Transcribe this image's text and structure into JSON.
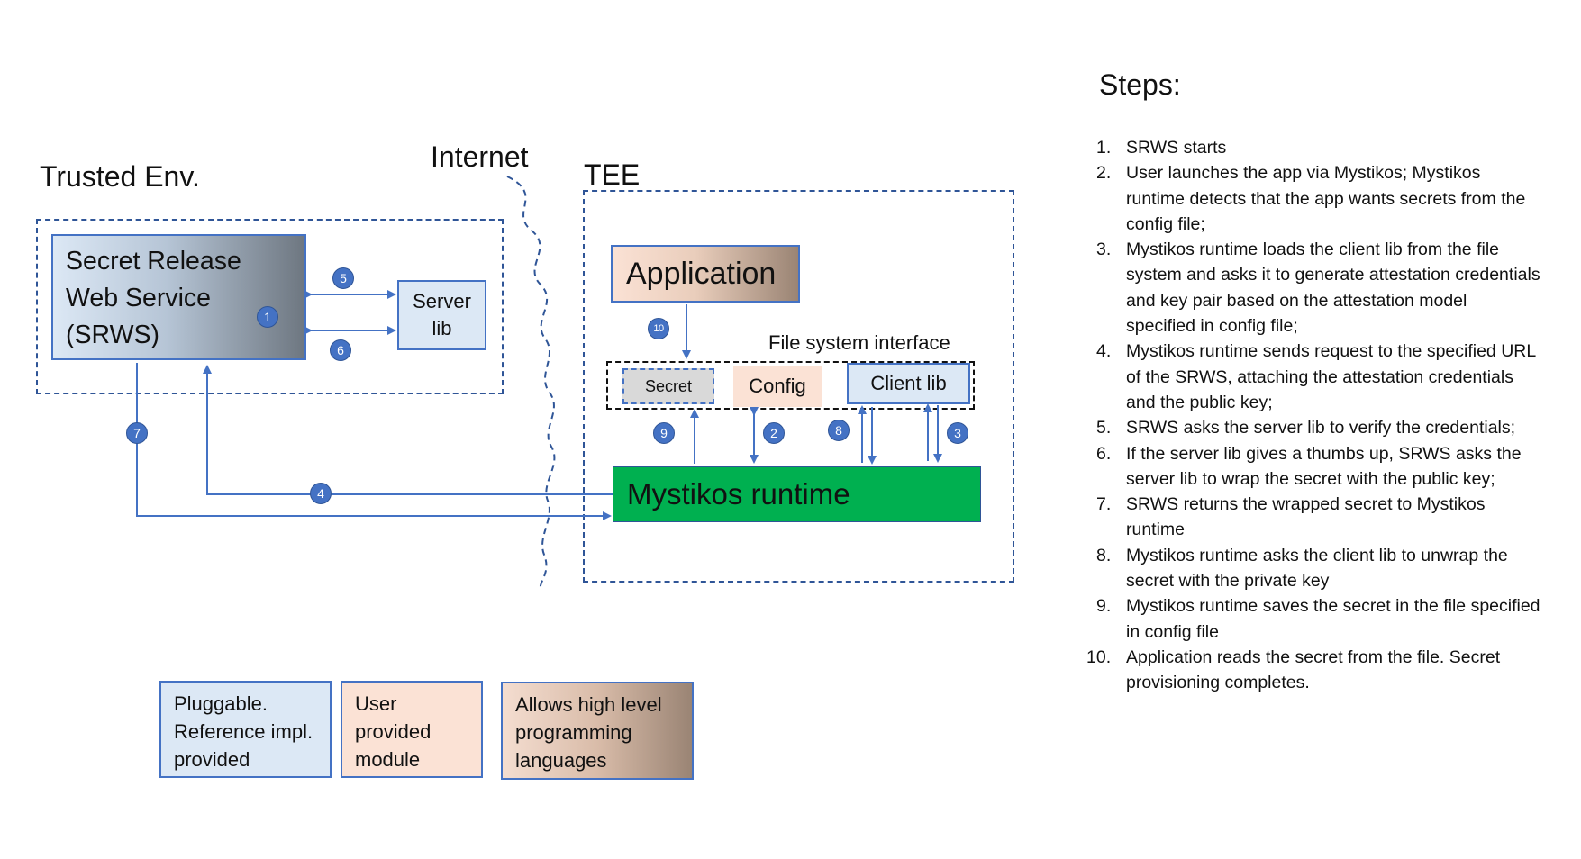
{
  "regions": {
    "trusted_env": "Trusted Env.",
    "internet": "Internet",
    "tee": "TEE"
  },
  "components": {
    "srws": "Secret Release Web Service (SRWS)",
    "server_lib": "Server lib",
    "application": "Application",
    "fs_interface": "File system interface",
    "secret": "Secret",
    "config": "Config",
    "client_lib": "Client lib",
    "runtime": "Mystikos runtime"
  },
  "badges": [
    "1",
    "2",
    "3",
    "4",
    "5",
    "6",
    "7",
    "8",
    "9",
    "10"
  ],
  "legend": {
    "pluggable": "Pluggable. Reference impl. provided",
    "user_provided": "User provided module",
    "high_level": "Allows high level programming languages"
  },
  "steps": {
    "title": "Steps:",
    "items": [
      "SRWS starts",
      "User launches the app via Mystikos; Mystikos runtime detects that the app wants secrets from the config file;",
      "Mystikos runtime loads the client lib from the file system and asks it to generate attestation credentials and key pair based on the attestation model specified in config file;",
      "Mystikos runtime sends request to the specified URL of the SRWS, attaching the attestation credentials and the public key;",
      "SRWS asks the server lib to verify the credentials;",
      "If the server lib gives a thumbs up, SRWS asks the server lib to wrap the secret with the public key;",
      "SRWS returns the wrapped secret to Mystikos runtime",
      "Mystikos runtime asks the client lib to unwrap the secret with the private key",
      "Mystikos runtime saves the secret in the file specified in config file",
      "Application reads the secret from the file. Secret provisioning completes."
    ]
  },
  "colors": {
    "accent": "#4472c4",
    "border": "#2f5597",
    "runtime_green": "#00b050",
    "pluggable_fill": "#dce8f5",
    "user_fill": "#fbe2d5",
    "highlevel_start": "#f4ddd0",
    "highlevel_end": "#9a8474"
  }
}
